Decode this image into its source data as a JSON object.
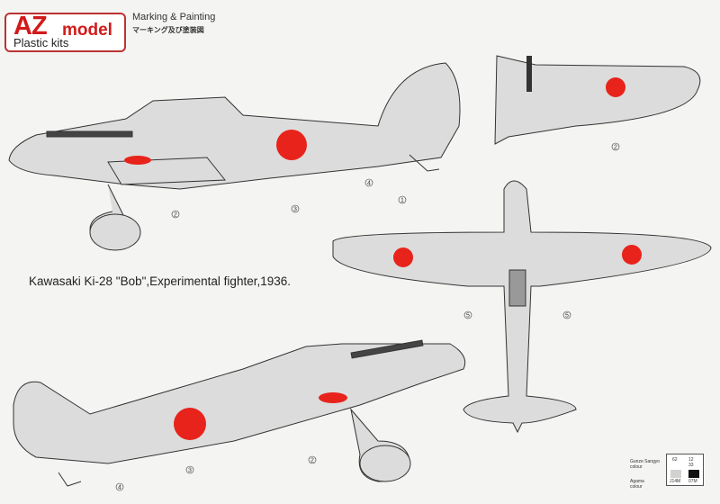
{
  "logo": {
    "brand_az": "AZ",
    "brand_model": "model",
    "tagline": "Plastic kits"
  },
  "header": {
    "title": "Marking & Painting",
    "subtitle_jp": "マーキング及び塗装図"
  },
  "caption": "Kawasaki Ki-28 \"Bob\",Experimental fighter,1936.",
  "callouts": {
    "side_top": [
      "2",
      "3",
      "4"
    ],
    "tail_top": [
      "2"
    ],
    "planform": [
      "1",
      "5",
      "5"
    ],
    "side_bottom": [
      "4",
      "3",
      "2"
    ]
  },
  "legend": {
    "gunze_label": "Gunze Sangyo colour",
    "agama_label": "Agama colour",
    "light_gunze": "62",
    "dark_gunze": "12 33",
    "light_agama": "J14M",
    "dark_agama": "07M"
  },
  "colors": {
    "hinomaru": "#e8231b",
    "airframe": "#dcdcdc",
    "outline": "#333333",
    "brand": "#d21a1a"
  }
}
